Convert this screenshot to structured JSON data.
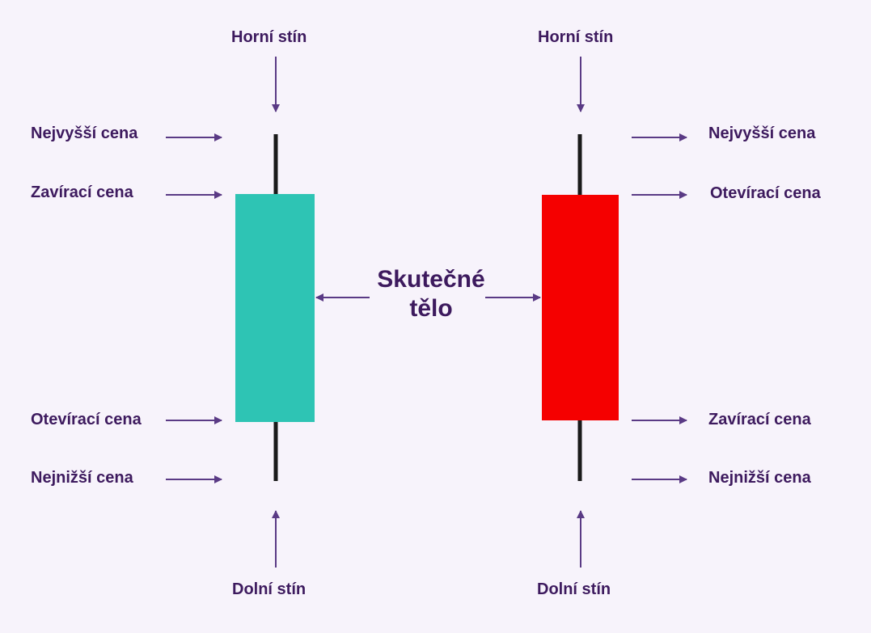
{
  "colors": {
    "background": "#f7f3fb",
    "text": "#3d1a5e",
    "arrow": "#5a3a85",
    "wick": "#1a1a1a",
    "bullish_body": "#2ec4b4",
    "bearish_body": "#f50000"
  },
  "center": {
    "line1": "Skutečné",
    "line2": "tělo"
  },
  "bullish": {
    "top_label": "Horní stín",
    "high_label": "Nejvyšší cena",
    "close_label": "Zavírací cena",
    "open_label": "Otevírací cena",
    "low_label": "Nejnižší cena",
    "bottom_label": "Dolní stín"
  },
  "bearish": {
    "top_label": "Horní stín",
    "high_label": "Nejvyšší cena",
    "open_label": "Otevírací cena",
    "close_label": "Zavírací cena",
    "low_label": "Nejnižší cena",
    "bottom_label": "Dolní stín"
  }
}
